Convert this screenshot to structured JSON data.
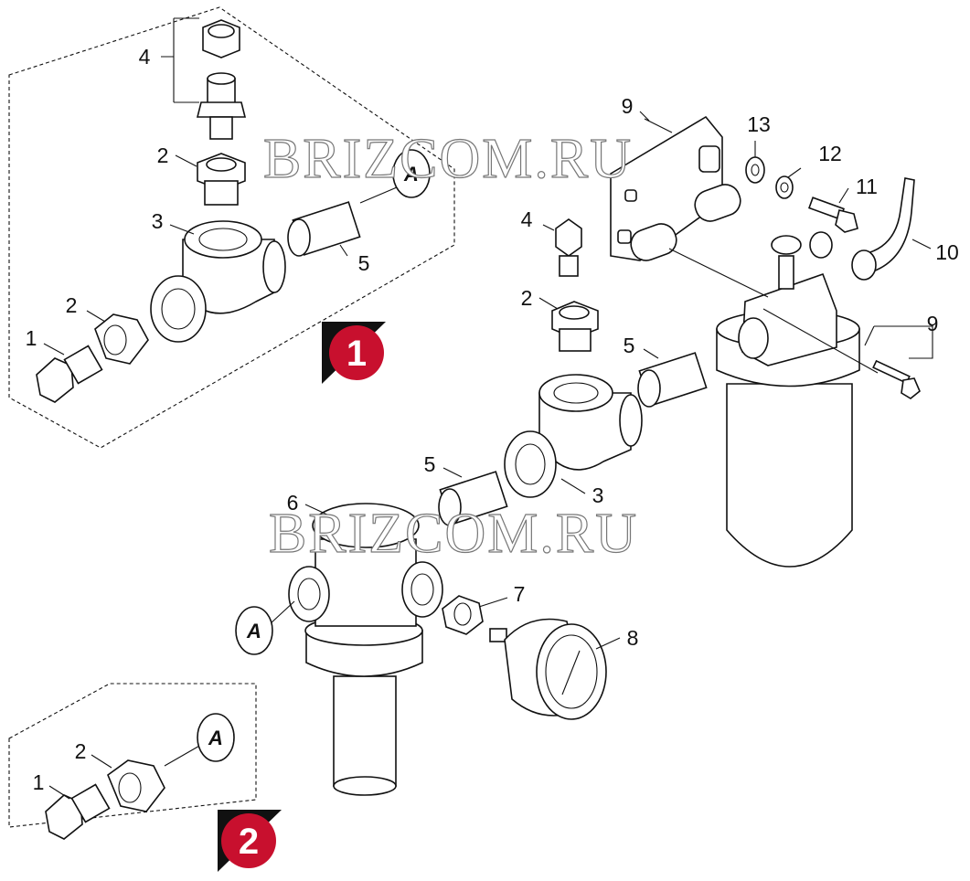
{
  "watermark": "BRIZCOM.RU",
  "variant_badges": [
    "1",
    "2"
  ],
  "connection_ref": "A",
  "callouts": {
    "v1_4": "4",
    "v1_2": "2",
    "v1_3": "3",
    "v1_5": "5",
    "v1_1": "1",
    "v1_2b": "2",
    "m_9a": "9",
    "m_13": "13",
    "m_12": "12",
    "m_11": "11",
    "m_10": "10",
    "m_9b": "9",
    "m_4": "4",
    "m_2": "2",
    "m_5a": "5",
    "m_5b": "5",
    "m_3": "3",
    "m_6": "6",
    "m_7": "7",
    "m_8": "8",
    "v2_2": "2",
    "v2_1": "1"
  },
  "colors": {
    "badge": "#c8102e",
    "badge_shadow": "#111111",
    "line": "#111111"
  }
}
